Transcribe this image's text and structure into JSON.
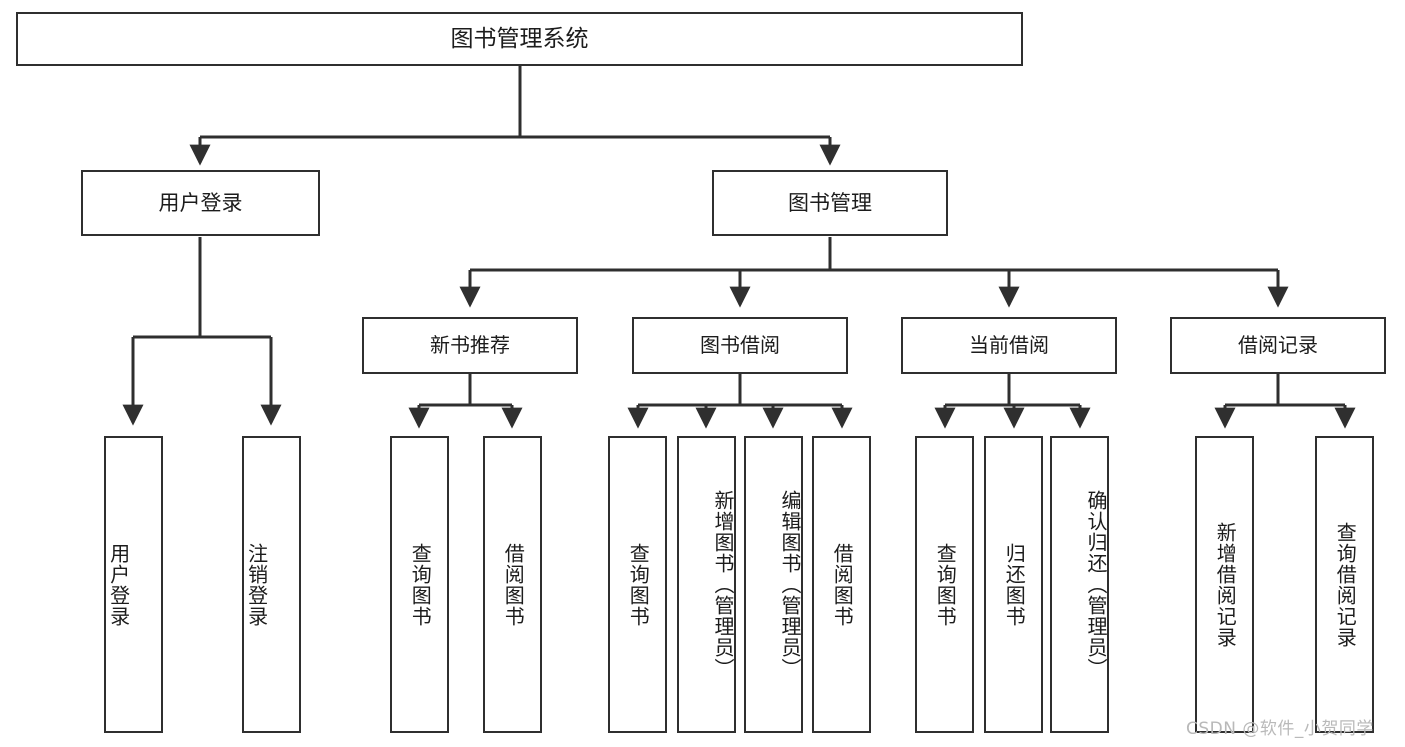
{
  "diagram": {
    "title": "图书管理系统",
    "type": "tree",
    "watermark": "CSDN @软件_小贺同学",
    "colors": {
      "box_border": "#2f2f2f",
      "box_fill": "#ffffff",
      "connector": "#2f2f2f",
      "text": "#1c1c1c",
      "watermark": "#b9b9b9"
    },
    "root": {
      "label": "图书管理系统"
    },
    "level2": [
      {
        "label": "用户登录"
      },
      {
        "label": "图书管理"
      }
    ],
    "level3": [
      {
        "label": "新书推荐"
      },
      {
        "label": "图书借阅"
      },
      {
        "label": "当前借阅"
      },
      {
        "label": "借阅记录"
      }
    ],
    "leaves": {
      "user_login": [
        {
          "label": "用户登录"
        },
        {
          "label": "注销登录"
        }
      ],
      "new_book_recommend": [
        {
          "label": "查询图书"
        },
        {
          "label": "借阅图书"
        }
      ],
      "book_borrow": [
        {
          "label": "查询图书"
        },
        {
          "label": "新增图书（管理员）"
        },
        {
          "label": "编辑图书（管理员）"
        },
        {
          "label": "借阅图书"
        }
      ],
      "current_borrow": [
        {
          "label": "查询图书"
        },
        {
          "label": "归还图书"
        },
        {
          "label": "确认归还（管理员）"
        }
      ],
      "borrow_record": [
        {
          "label": "新增借阅记录"
        },
        {
          "label": "查询借阅记录"
        }
      ]
    }
  }
}
